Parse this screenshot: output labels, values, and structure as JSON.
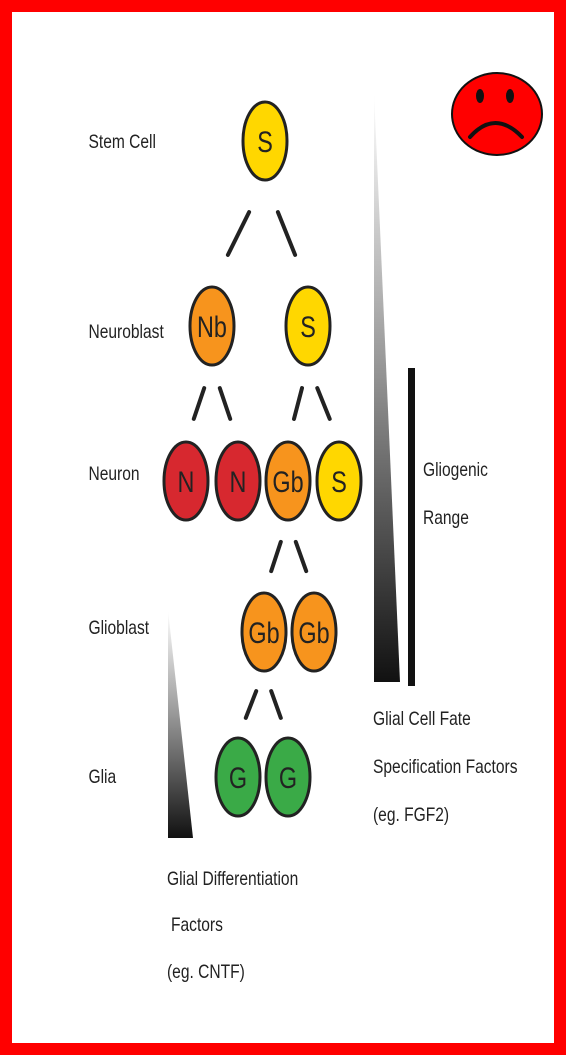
{
  "stages": [
    {
      "key": "stem",
      "label": "Stem Cell"
    },
    {
      "key": "neuroblast",
      "label": "Neuroblast"
    },
    {
      "key": "neuron",
      "label": "Neuron"
    },
    {
      "key": "glioblast",
      "label": "Glioblast"
    },
    {
      "key": "glia",
      "label": "Glia"
    }
  ],
  "cells": [
    {
      "id": "s0",
      "label": "S",
      "type": "stem"
    },
    {
      "id": "nb1",
      "label": "Nb",
      "type": "neuroblast"
    },
    {
      "id": "s1",
      "label": "S",
      "type": "stem"
    },
    {
      "id": "n1",
      "label": "N",
      "type": "neuron"
    },
    {
      "id": "n2",
      "label": "N",
      "type": "neuron"
    },
    {
      "id": "gb1",
      "label": "Gb",
      "type": "glioblast"
    },
    {
      "id": "s2",
      "label": "S",
      "type": "stem"
    },
    {
      "id": "gb2",
      "label": "Gb",
      "type": "glioblast"
    },
    {
      "id": "gb3",
      "label": "Gb",
      "type": "glioblast"
    },
    {
      "id": "g1",
      "label": "G",
      "type": "glia"
    },
    {
      "id": "g2",
      "label": "G",
      "type": "glia"
    }
  ],
  "lineage_edges": [
    [
      "s0",
      "nb1"
    ],
    [
      "s0",
      "s1"
    ],
    [
      "nb1",
      "n1"
    ],
    [
      "nb1",
      "n2"
    ],
    [
      "s1",
      "gb1"
    ],
    [
      "s1",
      "s2"
    ],
    [
      "gb1",
      "gb2"
    ],
    [
      "gb1",
      "gb3"
    ],
    [
      "gb2",
      "g1"
    ],
    [
      "gb2",
      "g2"
    ]
  ],
  "cell_colors": {
    "stem": "#ffd700",
    "neuroblast": "#f7941d",
    "neuron": "#d7282f",
    "glioblast": "#f7941d",
    "glia": "#3aaa47"
  },
  "annotations": {
    "gliogenic_range": [
      "Gliogenic",
      "Range"
    ],
    "specification_factors": [
      "Glial Cell Fate",
      "Specification Factors",
      "(eg. FGF2)"
    ],
    "differentiation_factors": [
      "Glial Differentiation",
      "Factors",
      "(eg. CNTF)"
    ]
  },
  "frame_color": "#ff0000",
  "mood_icon": "sad-face-icon"
}
